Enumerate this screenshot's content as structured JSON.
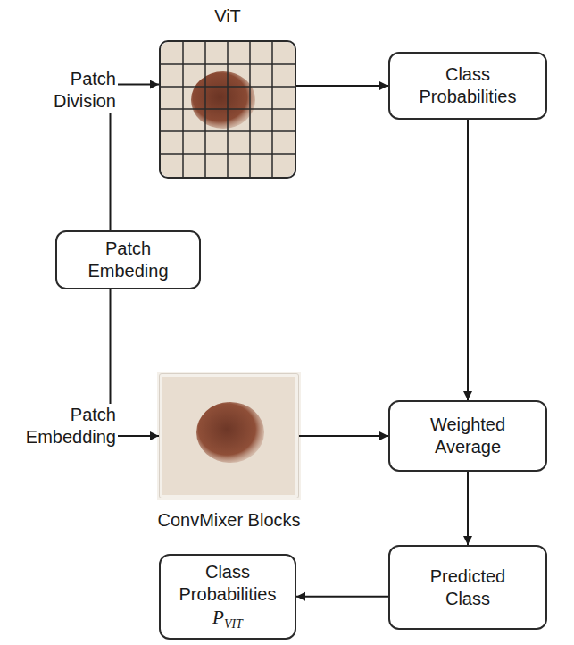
{
  "diagram": {
    "nodes": [
      {
        "text": [
          "ViT"
        ]
      },
      {
        "text": [
          "Class Probabilities"
        ]
      },
      {
        "text": [
          "Patch Embeding"
        ]
      },
      {
        "text": [
          "ConvMixer Blocks"
        ]
      },
      {
        "text": [
          "Weighted Average"
        ]
      },
      {
        "text": [
          "Predicted Class"
        ]
      },
      {
        "text": [
          "Class Probabilities",
          "P",
          "VIT"
        ]
      }
    ],
    "edges": [
      {
        "from": 2,
        "to": 0,
        "arrow": "to",
        "label": "Patch Division"
      },
      {
        "from": 2,
        "to": 3,
        "arrow": "to",
        "label": "Patch Embedding"
      },
      {
        "from": 0,
        "to": 1,
        "arrow": "to"
      },
      {
        "from": 1,
        "to": 4,
        "arrow": "to"
      },
      {
        "from": 3,
        "to": 4,
        "arrow": "to"
      },
      {
        "from": 4,
        "to": 5,
        "arrow": "to"
      },
      {
        "from": 5,
        "to": 6,
        "arrow": "to"
      }
    ]
  }
}
